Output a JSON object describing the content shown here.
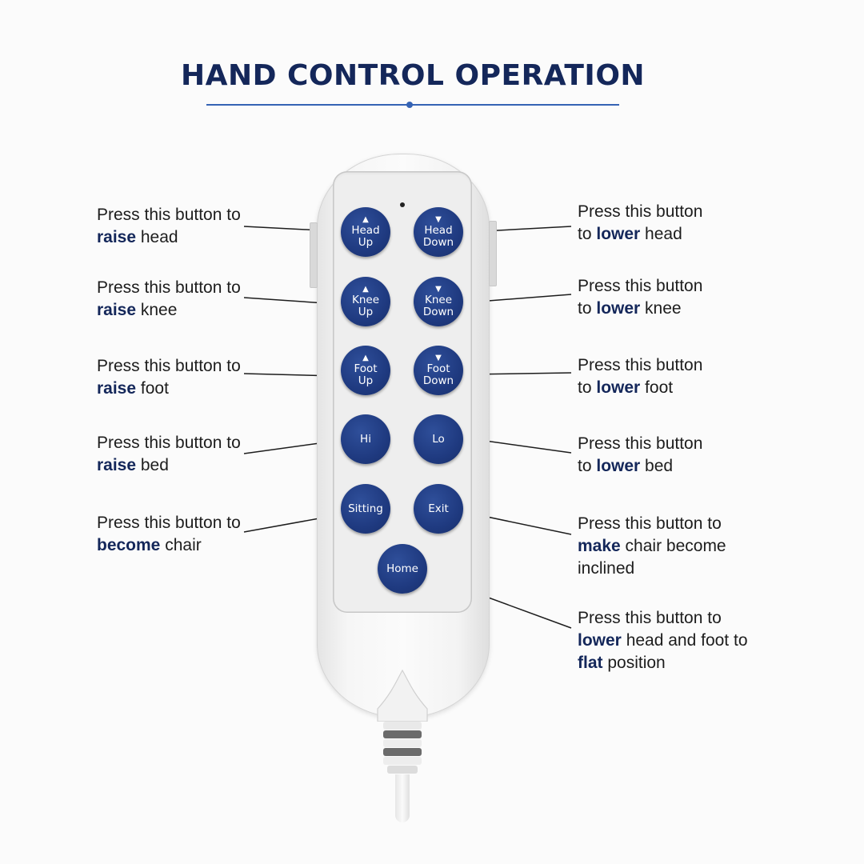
{
  "title": "HAND CONTROL OPERATION",
  "colors": {
    "title": "#14275a",
    "accent": "#3563b4",
    "button": "#1f3a80",
    "emphasis": "#14275a"
  },
  "buttons": {
    "head_up": {
      "arrow": "▲",
      "line1": "Head",
      "line2": "Up"
    },
    "head_down": {
      "arrow": "▼",
      "line1": "Head",
      "line2": "Down"
    },
    "knee_up": {
      "arrow": "▲",
      "line1": "Knee",
      "line2": "Up"
    },
    "knee_down": {
      "arrow": "▼",
      "line1": "Knee",
      "line2": "Down"
    },
    "foot_up": {
      "arrow": "▲",
      "line1": "Foot",
      "line2": "Up"
    },
    "foot_down": {
      "arrow": "▼",
      "line1": "Foot",
      "line2": "Down"
    },
    "hi": {
      "label": "Hi"
    },
    "lo": {
      "label": "Lo"
    },
    "sitting": {
      "label": "Sitting"
    },
    "exit": {
      "label": "Exit"
    },
    "home": {
      "label": "Home"
    }
  },
  "callouts": {
    "head_up": {
      "pre": "Press this button to",
      "bold": "raise",
      "post": " head"
    },
    "knee_up": {
      "pre": "Press this button to",
      "bold": "raise",
      "post": " knee"
    },
    "foot_up": {
      "pre": "Press this button to",
      "bold": "raise",
      "post": " foot"
    },
    "hi": {
      "pre": "Press this button to",
      "bold": "raise",
      "post": " bed"
    },
    "sitting": {
      "pre": "Press this button to",
      "bold": "become",
      "post": " chair"
    },
    "head_down": {
      "pre": "Press this button",
      "pre2": "to ",
      "bold": "lower",
      "post": " head"
    },
    "knee_down": {
      "pre": "Press this button",
      "pre2": "to ",
      "bold": "lower",
      "post": " knee"
    },
    "foot_down": {
      "pre": "Press this button",
      "pre2": "to ",
      "bold": "lower",
      "post": " foot"
    },
    "lo": {
      "pre": "Press this button",
      "pre2": "to ",
      "bold": "lower",
      "post": " bed"
    },
    "exit": {
      "pre": "Press this button to",
      "bold": "make",
      "post": " chair become",
      "line3": "inclined"
    },
    "home": {
      "pre": "Press this button to",
      "bold": "lower",
      "post": " head and foot to",
      "bold2": "flat",
      "post2": " position"
    }
  }
}
